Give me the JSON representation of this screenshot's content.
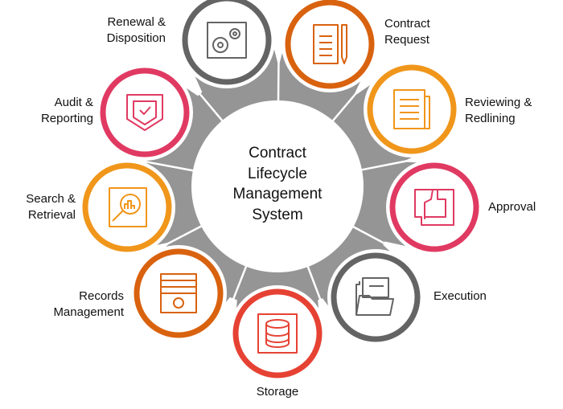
{
  "center": {
    "lines": [
      "Contract",
      "Lifecycle",
      "Management",
      "System"
    ]
  },
  "nodes": [
    {
      "id": "renewal",
      "lines": [
        "Renewal &",
        "Disposition"
      ],
      "color": "#646464",
      "icon": "gears-icon"
    },
    {
      "id": "request",
      "lines": [
        "Contract",
        "Request"
      ],
      "color": "#d9620f",
      "icon": "document-pen-icon"
    },
    {
      "id": "reviewing",
      "lines": [
        "Reviewing &",
        "Redlining"
      ],
      "color": "#f0961b",
      "icon": "documents-icon"
    },
    {
      "id": "approval",
      "lines": [
        "Approval"
      ],
      "color": "#e03a62",
      "icon": "thumbs-up-icon"
    },
    {
      "id": "execution",
      "lines": [
        "Execution"
      ],
      "color": "#646464",
      "icon": "folder-icon"
    },
    {
      "id": "storage",
      "lines": [
        "Storage"
      ],
      "color": "#e64233",
      "icon": "database-icon"
    },
    {
      "id": "records",
      "lines": [
        "Records",
        "Management"
      ],
      "color": "#d9620f",
      "icon": "money-records-icon"
    },
    {
      "id": "search",
      "lines": [
        "Search &",
        "Retrieval"
      ],
      "color": "#f0961b",
      "icon": "magnifier-chart-icon"
    },
    {
      "id": "audit",
      "lines": [
        "Audit &",
        "Reporting"
      ],
      "color": "#e03a62",
      "icon": "shield-check-icon"
    }
  ],
  "gear_color": "#959595"
}
